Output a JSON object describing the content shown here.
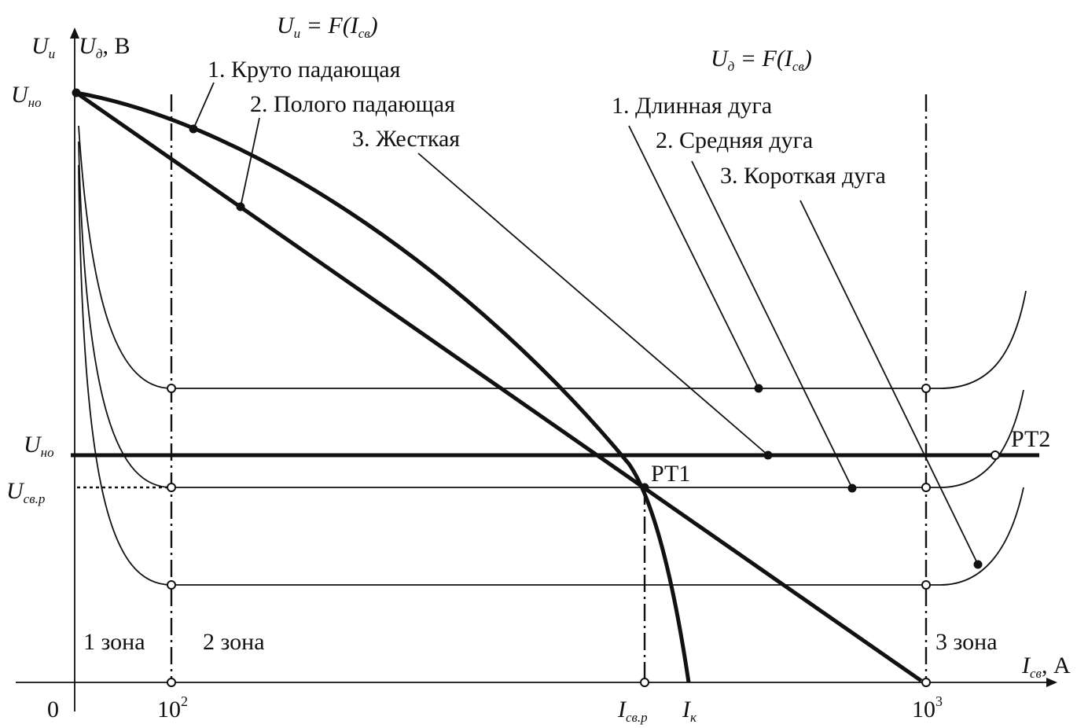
{
  "axes": {
    "y_label_main": "U",
    "y_label_main_sub": "и",
    "y_label_second": "U",
    "y_label_second_sub": "д",
    "y_unit": ", В",
    "x_label": "I",
    "x_label_sub": "св",
    "x_unit": ", А",
    "origin": "0",
    "x_tick_1_base": "10",
    "x_tick_1_exp": "2",
    "x_tick_2_base": "10",
    "x_tick_2_exp": "3"
  },
  "y_marks": {
    "u_no_top": "U",
    "u_no_top_sub": "но",
    "u_no_mid": "U",
    "u_no_mid_sub": "но",
    "u_sv_r": "U",
    "u_sv_r_sub": "св.р"
  },
  "x_marks": {
    "i_sv_r": "I",
    "i_sv_r_sub": "св.р",
    "i_k": "I",
    "i_k_sub": "к"
  },
  "titles": {
    "source_title_u": "U",
    "source_title_u_sub": "и",
    "source_title_eq": " = F(",
    "source_title_i": "I",
    "source_title_i_sub": "св",
    "source_title_close": ")",
    "arc_title_u": "U",
    "arc_title_u_sub": "д",
    "arc_title_eq": " = F(",
    "arc_title_i": "I",
    "arc_title_i_sub": "св",
    "arc_title_close": ")"
  },
  "source_curves": [
    "1. Круто падающая",
    "2. Полого падающая",
    "3. Жесткая"
  ],
  "arc_curves": [
    "1. Длинная дуга",
    "2. Средняя дуга",
    "3. Короткая дуга"
  ],
  "zones": [
    "1 зона",
    "2 зона",
    "3 зона"
  ],
  "points": {
    "pt1": "РТ1",
    "pt2": "РТ2"
  }
}
